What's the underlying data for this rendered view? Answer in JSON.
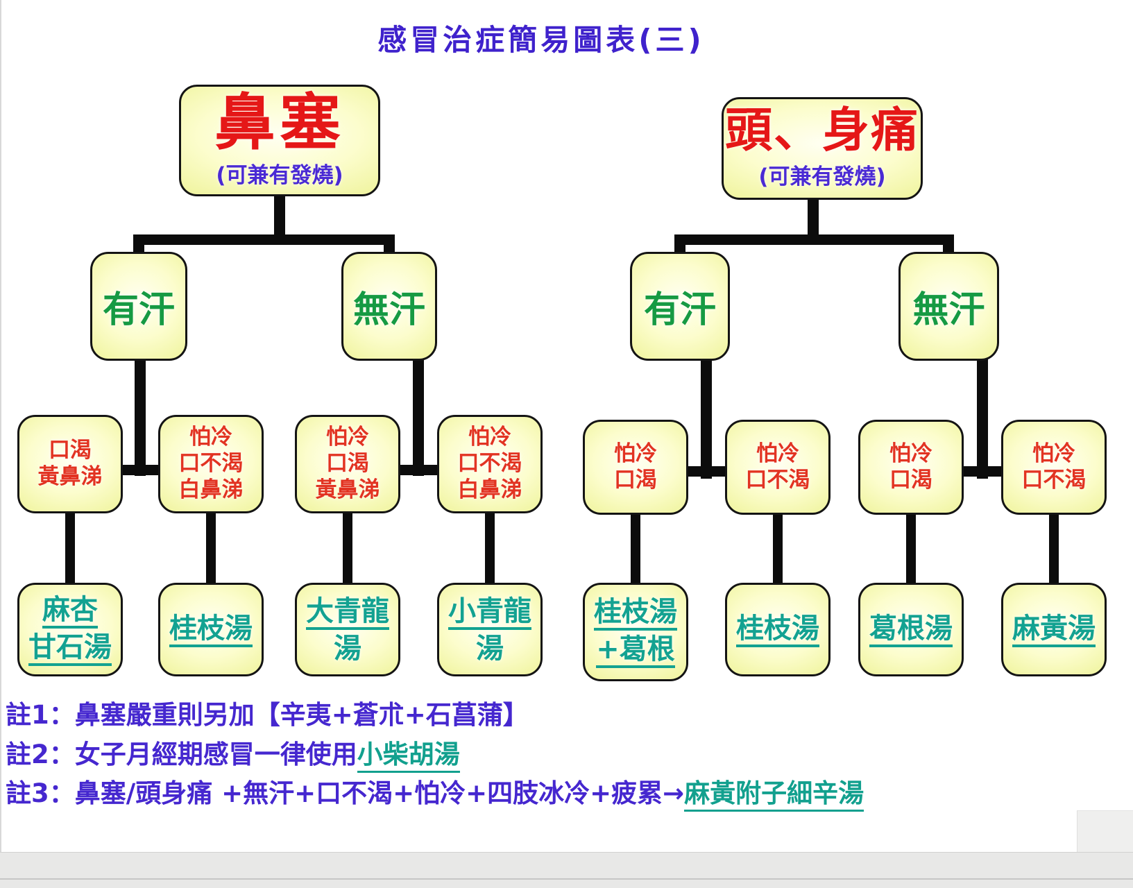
{
  "title": "感冒治症簡易圖表(三)",
  "palette": {
    "title_purple": "#3f22cc",
    "symptom_red": "#e51717",
    "condition_red": "#e23322",
    "sweat_green": "#169a43",
    "formula_teal": "#13a291",
    "note_purple": "#4527cf",
    "box_fill": "#fcfdcd",
    "box_border": "#141414",
    "connector_black": "#0c0c0c"
  },
  "left_tree": {
    "root": {
      "label": "鼻塞",
      "sub": "(可兼有發燒)"
    },
    "level2": [
      {
        "label": "有汗"
      },
      {
        "label": "無汗"
      }
    ],
    "level3": [
      {
        "lines": [
          "口渴",
          "黃鼻涕"
        ]
      },
      {
        "lines": [
          "怕冷",
          "口不渴",
          "白鼻涕"
        ]
      },
      {
        "lines": [
          "怕冷",
          "口渴",
          "黃鼻涕"
        ]
      },
      {
        "lines": [
          "怕冷",
          "口不渴",
          "白鼻涕"
        ]
      }
    ],
    "prescriptions": [
      {
        "lines": [
          "麻杏",
          "甘石湯"
        ]
      },
      {
        "lines": [
          "桂枝湯"
        ]
      },
      {
        "lines": [
          "大青龍",
          "湯"
        ]
      },
      {
        "lines": [
          "小青龍",
          "湯"
        ]
      }
    ]
  },
  "right_tree": {
    "root": {
      "label": "頭、身痛",
      "sub": "(可兼有發燒)"
    },
    "level2": [
      {
        "label": "有汗"
      },
      {
        "label": "無汗"
      }
    ],
    "level3": [
      {
        "lines": [
          "怕冷",
          "口渴"
        ]
      },
      {
        "lines": [
          "怕冷",
          "口不渴"
        ]
      },
      {
        "lines": [
          "怕冷",
          "口渴"
        ]
      },
      {
        "lines": [
          "怕冷",
          "口不渴"
        ]
      }
    ],
    "prescriptions": [
      {
        "lines": [
          "桂枝湯",
          "+葛根"
        ]
      },
      {
        "lines": [
          "桂枝湯"
        ]
      },
      {
        "lines": [
          "葛根湯"
        ]
      },
      {
        "lines": [
          "麻黃湯"
        ]
      }
    ]
  },
  "notes": [
    {
      "prefix": "註1：鼻塞嚴重則另加【辛夷+蒼朮+石菖蒲】",
      "link": ""
    },
    {
      "prefix": "註2：女子月經期感冒一律使用",
      "link": "小柴胡湯"
    },
    {
      "prefix": "註3：鼻塞/頭身痛 +無汗+口不渴+怕冷+四肢冰冷+疲累→",
      "link": "麻黃附子細辛湯"
    }
  ]
}
